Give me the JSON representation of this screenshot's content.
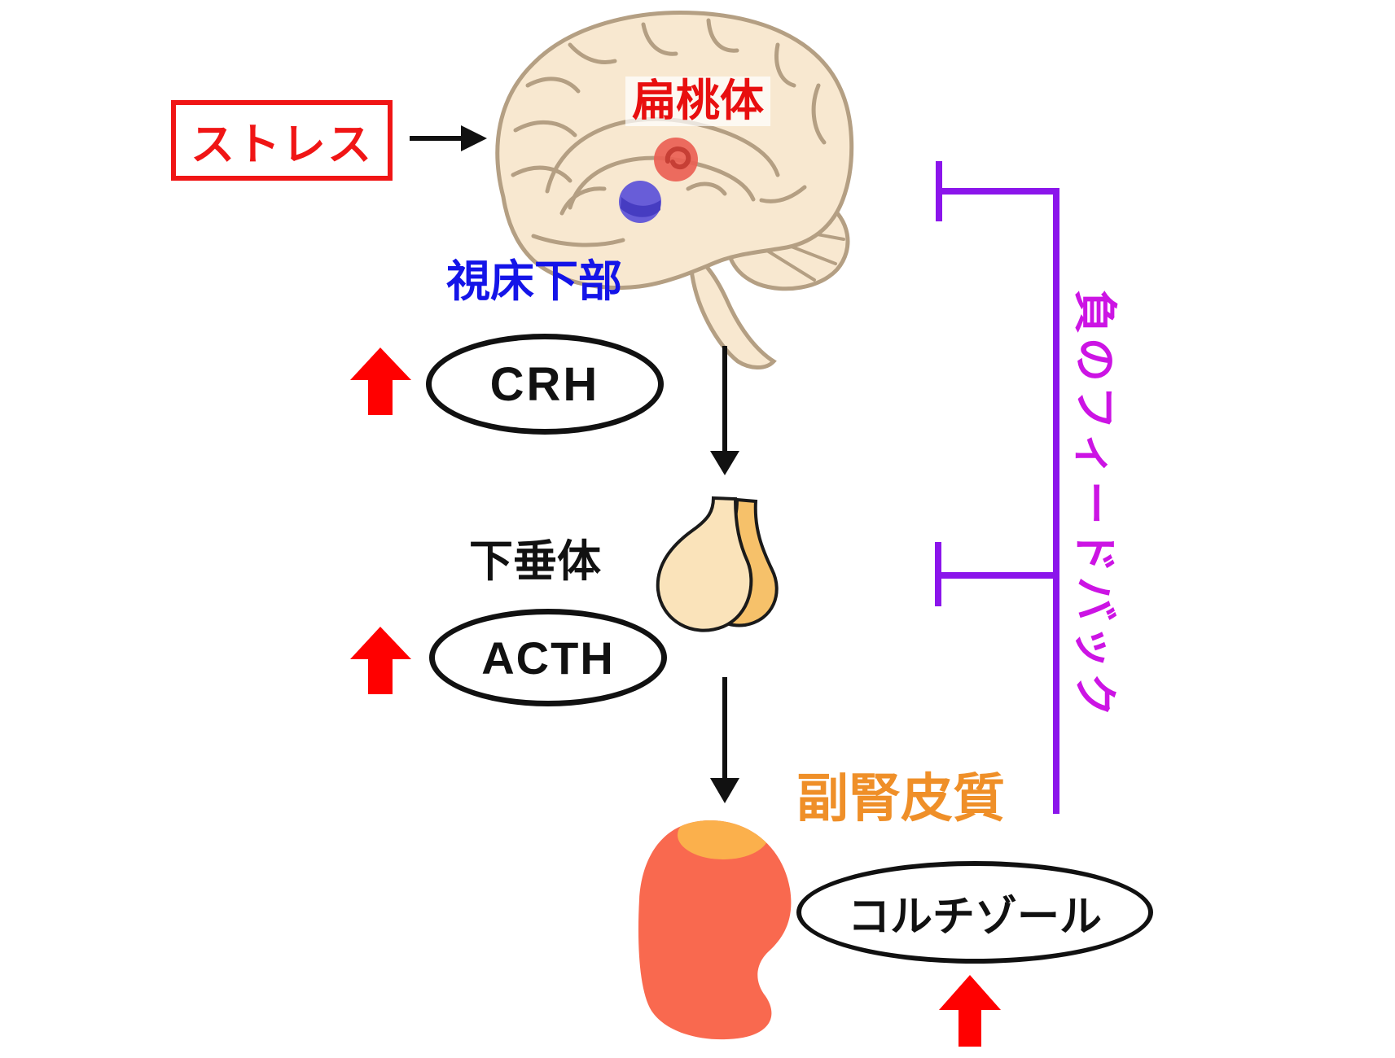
{
  "nodes": {
    "stress": {
      "label": "ストレス"
    },
    "brain": {
      "amygdala_label": "扁桃体",
      "hypothalamus_label": "視床下部"
    },
    "crh": {
      "label": "CRH"
    },
    "pituitary": {
      "label": "下垂体"
    },
    "acth": {
      "label": "ACTH"
    },
    "adrenal_cortex": {
      "label": "副腎皮質"
    },
    "cortisol": {
      "label": "コルチゾール"
    },
    "feedback": {
      "label": "負のフィードバック"
    }
  },
  "colors": {
    "stress_red": "#f01515",
    "amygdala_label_red": "#e80f0f",
    "hypothalamus_label_blue": "#1414e8",
    "adrenal_label_orange": "#ef8f28",
    "increase_arrow_red": "#ff0000",
    "flow_arrow_black": "#111111",
    "feedback_line_purple": "#8b15eb",
    "feedback_text_magenta": "#cc14e4",
    "brain_fill": "#f8e8d0",
    "brain_outline": "#b49f83",
    "amygdala_marker": "#ea5f54",
    "hypothalamus_marker": "#5b50d8",
    "pituitary_front_lobe": "#fae3ba",
    "pituitary_back_lobe": "#f6c16a",
    "adrenal_body": "#f9694f",
    "adrenal_cap": "#fbb04c"
  }
}
